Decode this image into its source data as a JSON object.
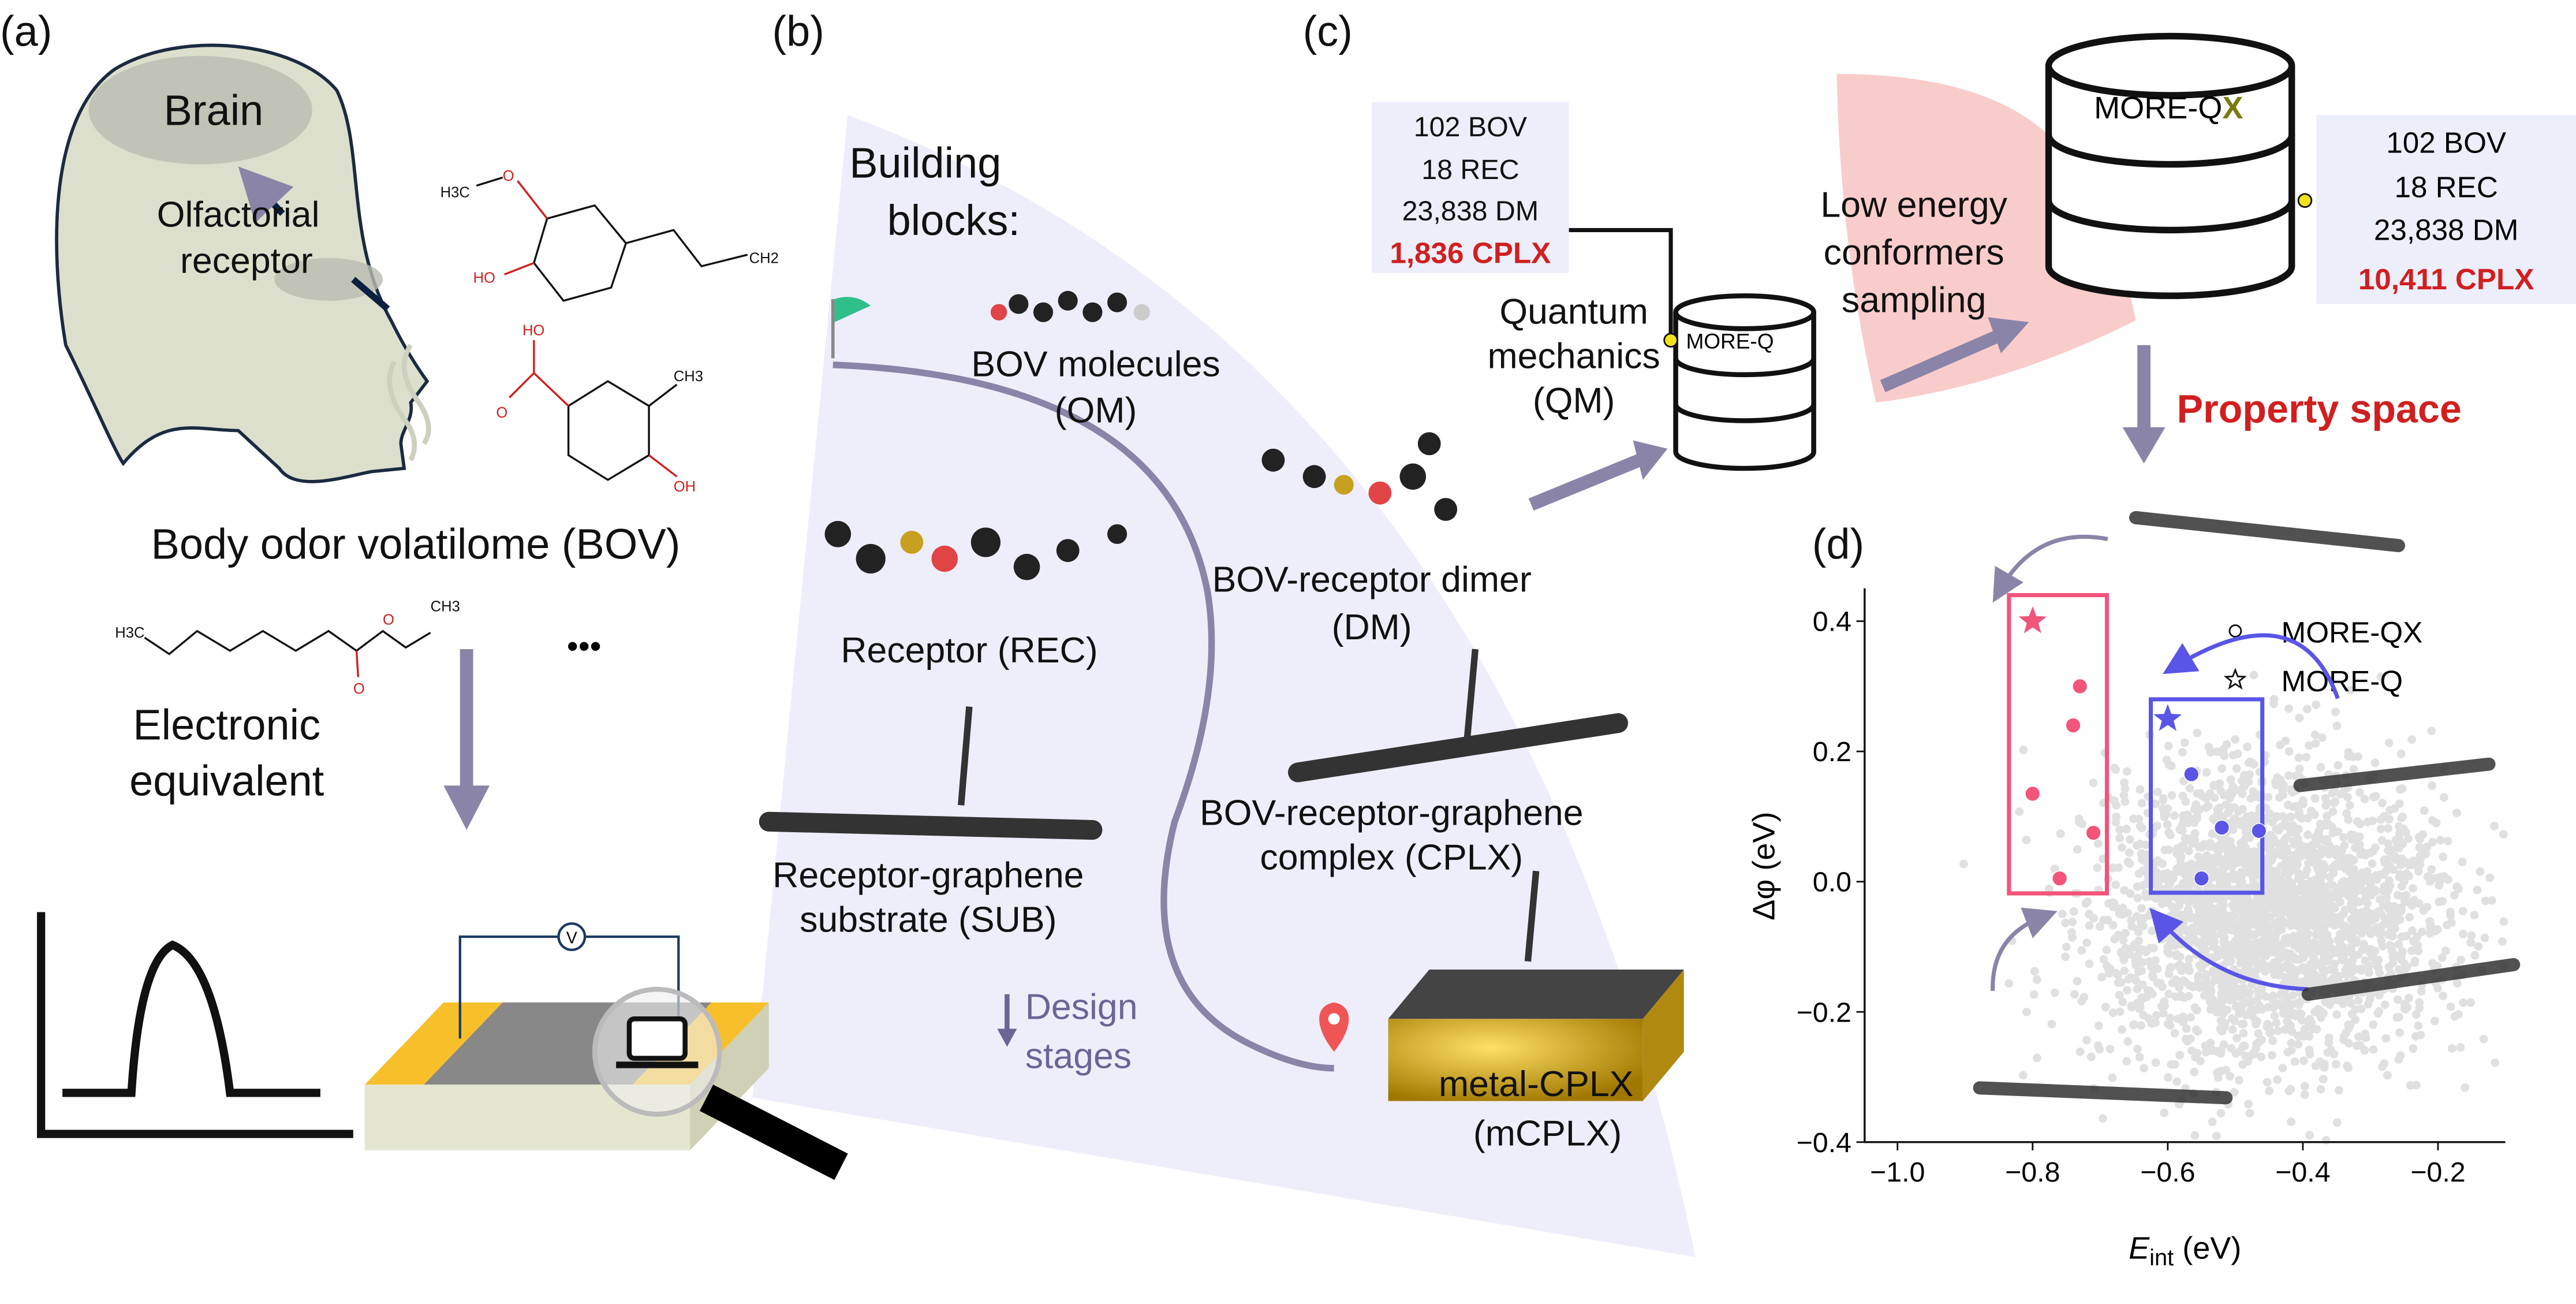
{
  "panel_labels": {
    "a": "(a)",
    "b": "(b)",
    "c": "(c)",
    "d": "(d)"
  },
  "panel_a": {
    "brain": "Brain",
    "olfactory_1": "Olfactorial",
    "olfactory_2": "receptor",
    "mol1": {
      "h3c": "H3C",
      "o": "O",
      "ho": "HO",
      "ch2": "CH2"
    },
    "mol2": {
      "ho": "HO",
      "o": "O",
      "ch3": "CH3",
      "oh": "OH"
    },
    "mol3": {
      "h3c": "H3C",
      "o": "O",
      "o2": "O",
      "ch3": "CH3"
    },
    "ellipsis": "•••",
    "title": "Body odor volatilome (BOV)",
    "electronic_1": "Electronic",
    "electronic_2": "equivalent",
    "voltmeter": "V"
  },
  "panel_b": {
    "building_1": "Building",
    "building_2": "blocks:",
    "om_1": "BOV molecules",
    "om_2": "(OM)",
    "rec": "Receptor (REC)",
    "dm_1": "BOV-receptor dimer",
    "dm_2": "(DM)",
    "sub_1": "Receptor-graphene",
    "sub_2": "substrate (SUB)",
    "cplx_1": "BOV-receptor-graphene",
    "cplx_2": "complex (CPLX)",
    "design_1": "Design",
    "design_2": "stages",
    "mcplx_1": "metal-CPLX",
    "mcplx_2": "(mCPLX)"
  },
  "panel_c": {
    "stats_q": [
      "102 BOV",
      "18 REC",
      "23,838 DM"
    ],
    "stats_q_cplx": "1,836 CPLX",
    "db_q": "MORE-Q",
    "qm_1": "Quantum",
    "qm_2": "mechanics",
    "qm_3": "(QM)",
    "sampling_1": "Low energy",
    "sampling_2": "conformers",
    "sampling_3": "sampling",
    "db_qx": "MORE-Q",
    "db_qx_suffix": "X",
    "stats_qx": [
      "102 BOV",
      "18 REC",
      "23,838 DM"
    ],
    "stats_qx_cplx": "10,411 CPLX",
    "property_space": "Property space"
  },
  "colors": {
    "accent_red": "#d11f1f",
    "purple": "#8a84a8",
    "pink": "#f2547a",
    "blue": "#5a55e6",
    "lavender": "#eeeefb",
    "pink_wedge": "#f9cccc",
    "olive": "#7a7a10"
  },
  "chart_data": {
    "type": "scatter",
    "xlabel_main": "E",
    "xlabel_sub": "int",
    "xlabel_unit": " (eV)",
    "ylabel": "Δφ (eV)",
    "xlim": [
      -1.05,
      -0.1
    ],
    "ylim": [
      -0.4,
      0.45
    ],
    "xticks": [
      -1.0,
      -0.8,
      -0.6,
      -0.4,
      -0.2
    ],
    "xtick_labels": [
      "−1.0",
      "−0.8",
      "−0.6",
      "−0.4",
      "−0.2"
    ],
    "yticks": [
      -0.4,
      -0.2,
      0.0,
      0.2,
      0.4
    ],
    "ytick_labels": [
      "−0.4",
      "−0.2",
      "0.0",
      "0.2",
      "0.4"
    ],
    "background_cloud": {
      "count": 2600,
      "x_mean": -0.45,
      "x_sd": 0.13,
      "y_mean": -0.05,
      "y_sd": 0.11,
      "color": "#a8a8a8"
    },
    "series": [
      {
        "name": "red-group",
        "color": "#f2547a",
        "star": [
          -0.8,
          0.4
        ],
        "points": [
          [
            -0.73,
            0.3
          ],
          [
            -0.74,
            0.24
          ],
          [
            -0.8,
            0.135
          ],
          [
            -0.71,
            0.075
          ],
          [
            -0.76,
            0.005
          ]
        ],
        "box": [
          -0.835,
          -0.018,
          -0.69,
          0.44
        ]
      },
      {
        "name": "blue-group",
        "color": "#5a55e6",
        "star": [
          -0.6,
          0.25
        ],
        "points": [
          [
            -0.565,
            0.165
          ],
          [
            -0.52,
            0.083
          ],
          [
            -0.465,
            0.078
          ],
          [
            -0.55,
            0.005
          ]
        ],
        "box": [
          -0.625,
          -0.017,
          -0.46,
          0.28
        ]
      }
    ],
    "legend": [
      {
        "label": "MORE-QX",
        "marker": "circle",
        "at": [
          -0.5,
          0.385
        ]
      },
      {
        "label": "MORE-Q",
        "marker": "star",
        "at": [
          -0.5,
          0.31
        ]
      }
    ],
    "legend_position": "top-right"
  }
}
